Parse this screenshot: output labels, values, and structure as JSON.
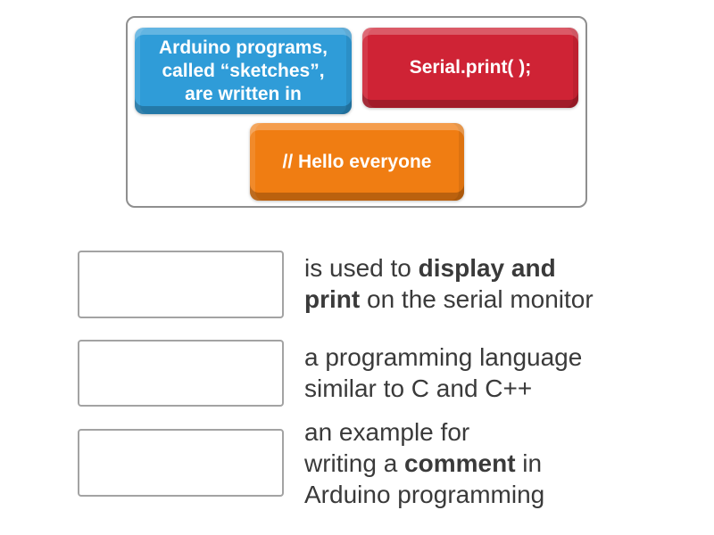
{
  "tray": {
    "keys": [
      {
        "id": "arduino-programs-key",
        "color": "#2F9CD8",
        "label_lines": [
          "Arduino programs,",
          "called “sketches”,",
          "are written in"
        ]
      },
      {
        "id": "serial-print-key",
        "color": "#CF2335",
        "label_lines": [
          "Serial.print( );"
        ]
      },
      {
        "id": "hello-comment-key",
        "color": "#F07D12",
        "label_lines": [
          "// Hello everyone"
        ]
      }
    ]
  },
  "matches": [
    {
      "slot_value": "",
      "description_lines": [
        [
          {
            "t": "is used to ",
            "b": false
          },
          {
            "t": "display and",
            "b": true
          }
        ],
        [
          {
            "t": "print",
            "b": true
          },
          {
            "t": " on the serial monitor",
            "b": false
          }
        ]
      ]
    },
    {
      "slot_value": "",
      "description_lines": [
        [
          {
            "t": "a programming language",
            "b": false
          }
        ],
        [
          {
            "t": "similar to C and C++",
            "b": false
          }
        ]
      ]
    },
    {
      "slot_value": "",
      "description_lines": [
        [
          {
            "t": "an example for",
            "b": false
          }
        ],
        [
          {
            "t": "writing a ",
            "b": false
          },
          {
            "t": "comment",
            "b": true
          },
          {
            "t": " in",
            "b": false
          }
        ],
        [
          {
            "t": "Arduino programming",
            "b": false
          }
        ]
      ]
    }
  ]
}
